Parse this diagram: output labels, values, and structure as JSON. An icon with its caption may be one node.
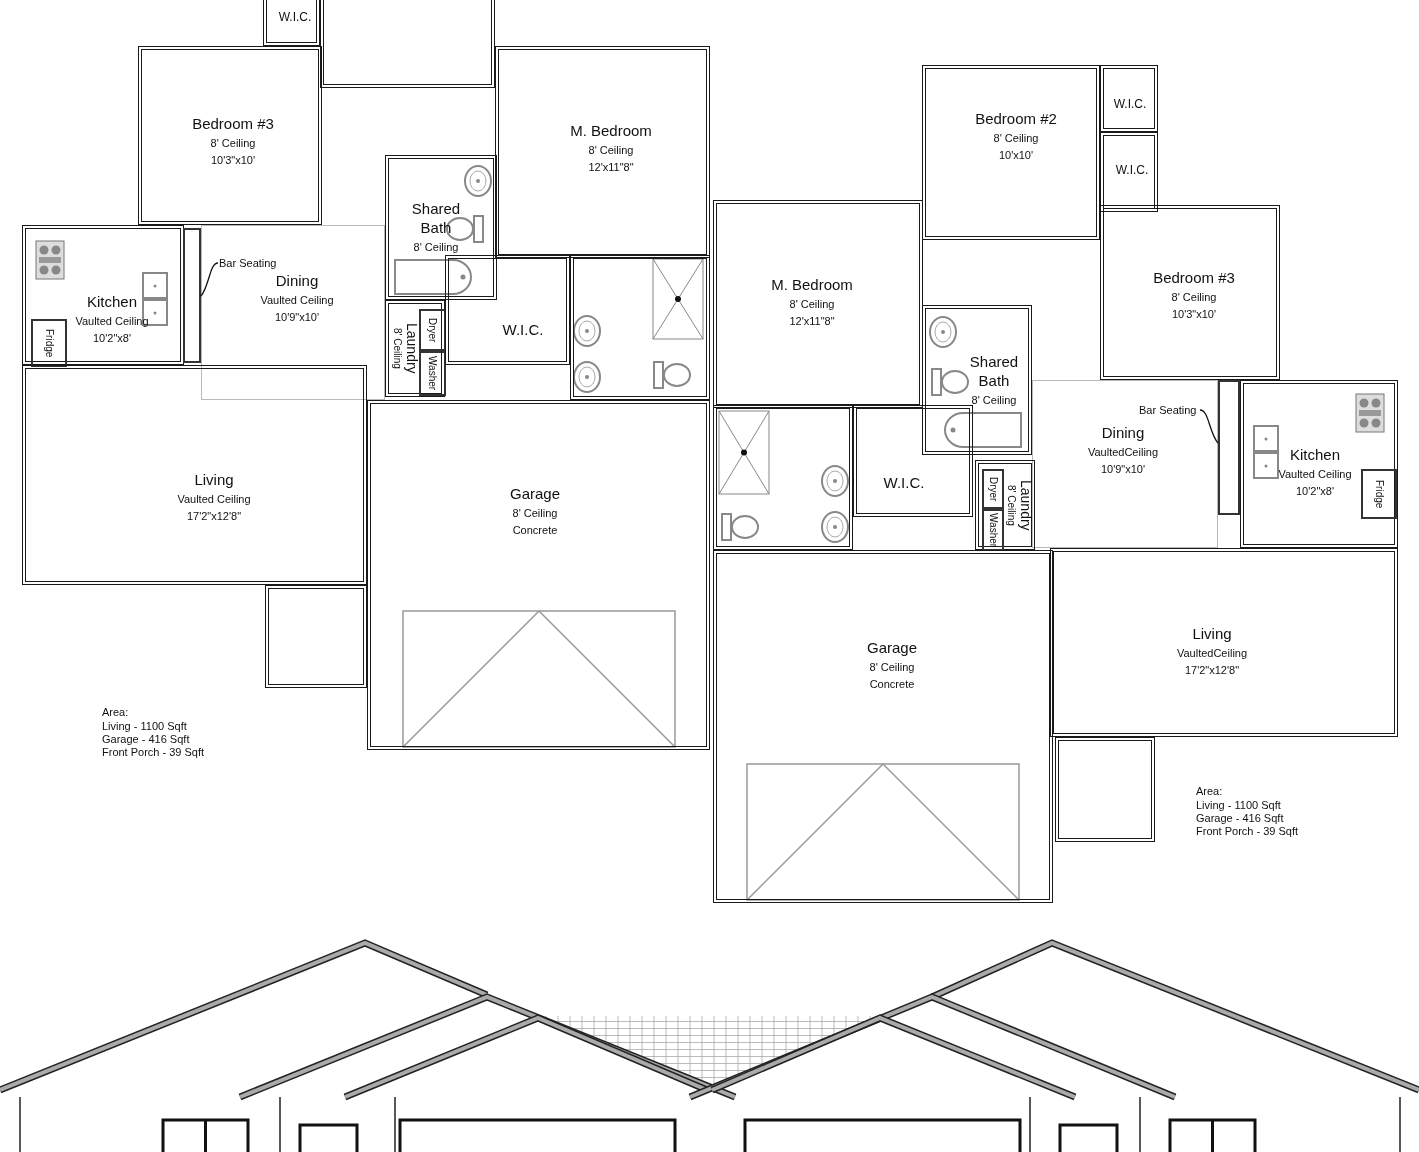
{
  "diagram": {
    "nodes": [
      {
        "text": [
          "W.I.C."
        ]
      },
      {
        "text": [],
        "shape": "box"
      },
      {
        "text": [
          "Bedroom #3",
          "8' Ceiling",
          "10'3\"x10'"
        ]
      },
      {
        "text": [
          "M. Bedroom",
          "8' Ceiling",
          "12'x11\"8\""
        ]
      },
      {
        "text": [
          "Shared Bath",
          "8' Ceiling"
        ]
      },
      {
        "text": [
          "Kitchen",
          "Vaulted Ceiling",
          "10'2\"x8'"
        ]
      },
      {
        "text": [
          "Fridge"
        ],
        "in": 5
      },
      {
        "text": [
          "Bar Seating"
        ],
        "in": 9
      },
      {
        "text": [],
        "shape": "bar"
      },
      {
        "text": [
          "Dining",
          "Vaulted Ceiling",
          "10'9\"x10'"
        ]
      },
      {
        "text": [
          "Laundry",
          "8' Ceiling"
        ]
      },
      {
        "text": [
          "Dryer"
        ],
        "in": 10
      },
      {
        "text": [
          "Washer"
        ],
        "in": 10
      },
      {
        "text": [
          "W.I.C."
        ]
      },
      {
        "text": [],
        "shape": "box"
      },
      {
        "text": [
          "Living",
          "Vaulted Ceiling",
          "17'2\"x12'8\""
        ]
      },
      {
        "text": [
          "Garage",
          "8' Ceiling",
          "Concrete"
        ]
      },
      {
        "text": [],
        "shape": "box"
      },
      {
        "text": [
          "Bedroom #2",
          "8' Ceiling",
          "10'x10'"
        ]
      },
      {
        "text": [
          "W.I.C."
        ]
      },
      {
        "text": [
          "W.I.C."
        ]
      },
      {
        "text": [
          "M. Bedroom",
          "8' Ceiling",
          "12'x11\"8\""
        ]
      },
      {
        "text": [
          "Bedroom #3",
          "8' Ceiling",
          "10'3\"x10'"
        ]
      },
      {
        "text": [
          "Shared Bath",
          "8' Ceiling"
        ]
      },
      {
        "text": [
          "Dining",
          "VaultedCeiling",
          "10'9\"x10'"
        ]
      },
      {
        "text": [
          "Bar Seating"
        ],
        "in": 24
      },
      {
        "text": [],
        "shape": "bar"
      },
      {
        "text": [
          "Kitchen",
          "Vaulted Ceiling",
          "10'2\"x8'"
        ]
      },
      {
        "text": [
          "Fridge"
        ],
        "in": 27
      },
      {
        "text": [],
        "shape": "box"
      },
      {
        "text": [
          "W.I.C."
        ]
      },
      {
        "text": [
          "Laundry",
          "8' Ceiling"
        ]
      },
      {
        "text": [
          "Dryer"
        ],
        "in": 31
      },
      {
        "text": [
          "Washer"
        ],
        "in": 31
      },
      {
        "text": [
          "Living",
          "VaultedCeiling",
          "17'2\"x12'8\""
        ]
      },
      {
        "text": [
          "Garage",
          "8' Ceiling",
          "Concrete"
        ]
      },
      {
        "text": [],
        "shape": "box"
      }
    ],
    "edges": [
      {
        "from": 7,
        "to": 8,
        "arrow": "none"
      },
      {
        "from": 25,
        "to": 26,
        "arrow": "none"
      }
    ],
    "labels": [
      "Area:",
      "Living - 1100 Sqft",
      "Garage - 416 Sqft",
      "Front Porch - 39 Sqft",
      "Area:",
      "Living - 1100 Sqft",
      "Garage - 416 Sqft",
      "Front Porch - 39 Sqft"
    ]
  }
}
